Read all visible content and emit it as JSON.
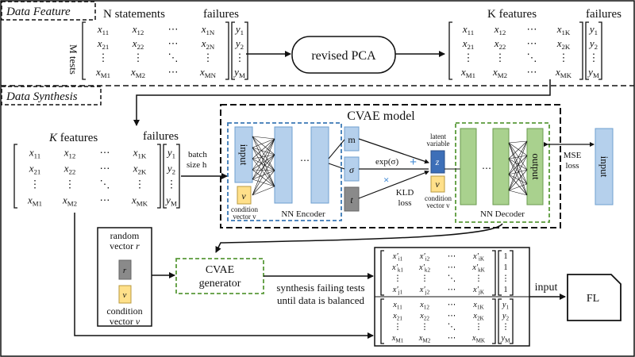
{
  "sections": {
    "feature": "Data Feature",
    "synthesis": "Data Synthesis"
  },
  "top": {
    "n_statements": "N statements",
    "failures": "failures",
    "m_tests": "M tests",
    "k_features": "K features",
    "revised_pca": "revised PCA"
  },
  "matrix_n": {
    "rows": [
      [
        "x11",
        "x12",
        "⋯",
        "x1N"
      ],
      [
        "x21",
        "x22",
        "⋯",
        "x2N"
      ],
      [
        "⋮",
        "⋮",
        "⋱",
        "⋮"
      ],
      [
        "xM1",
        "xM2",
        "⋯",
        "xMN"
      ]
    ],
    "y": [
      "y1",
      "y2",
      "⋮",
      "yM"
    ]
  },
  "matrix_k": {
    "rows": [
      [
        "x11",
        "x12",
        "⋯",
        "x1K"
      ],
      [
        "x21",
        "x22",
        "⋯",
        "x2K"
      ],
      [
        "⋮",
        "⋮",
        "⋱",
        "⋮"
      ],
      [
        "xM1",
        "xM2",
        "⋯",
        "xMK"
      ]
    ],
    "y": [
      "y1",
      "y2",
      "⋮",
      "yM"
    ]
  },
  "synthesis": {
    "k_features": "K features",
    "failures": "failures",
    "batch": "batch",
    "batch_size": "size h",
    "cvae_title": "CVAE model",
    "input": "input",
    "output": "output",
    "v": "v",
    "condition_vector": "condition",
    "condition_vector2": "vector v",
    "nn_encoder": "NN Encoder",
    "nn_decoder": "NN Decoder",
    "m": "m",
    "sigma": "σ",
    "exp_sigma": "exp(σ)",
    "t": "t",
    "z": "z",
    "latent": "latent",
    "variable": "variable",
    "kld": "KLD",
    "loss": "loss",
    "mse": "MSE",
    "mse_loss": "loss",
    "ellipsis": "⋯",
    "random": "random",
    "vector_r": "vector r",
    "r": "r",
    "cond2": "condition",
    "vector_v": "vector v",
    "cvae": "CVAE",
    "generator": "generator",
    "synth_line1": "synthesis failing tests",
    "synth_line2": "until data is balanced",
    "input_label": "input",
    "fl": "FL"
  },
  "matrix_final_top": {
    "rows": [
      [
        "x'i1",
        "x'i2",
        "⋯",
        "x'iK"
      ],
      [
        "x'k1",
        "x'k2",
        "⋯",
        "x'kK"
      ],
      [
        "⋮",
        "⋮",
        "⋱",
        "⋮"
      ],
      [
        "x'j1",
        "x'j2",
        "⋯",
        "x'jK"
      ]
    ],
    "y": [
      "1",
      "1",
      "⋮",
      "1"
    ]
  },
  "matrix_final_bottom": {
    "rows": [
      [
        "x11",
        "x12",
        "⋯",
        "x1K"
      ],
      [
        "x21",
        "x22",
        "⋯",
        "x2K"
      ],
      [
        "⋮",
        "⋮",
        "⋱",
        "⋮"
      ],
      [
        "xM1",
        "xM2",
        "⋯",
        "xMK"
      ]
    ],
    "y": [
      "y1",
      "y2",
      "⋮",
      "yM"
    ]
  },
  "colors": {
    "blue_box": "#b5d0ec",
    "blue_stroke": "#6f9fcf",
    "green_box": "#a9d18e",
    "green_stroke": "#6a9a4f",
    "gray_box": "#8a8a8a",
    "yellow_box": "#ffe08a",
    "z_box": "#3d6fb8",
    "plus": "#4a8fd6",
    "encoder_border": "#3a78b5",
    "decoder_border": "#5a9a3a"
  }
}
